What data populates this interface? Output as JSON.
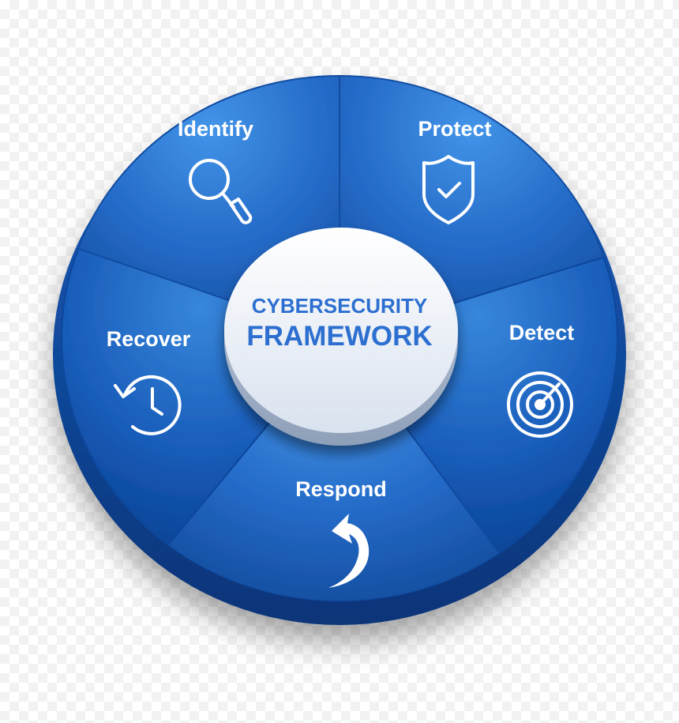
{
  "center": {
    "line1": "CYBERSECURITY",
    "line2": "FRAMEWORK"
  },
  "segments": [
    {
      "label": "Identify",
      "icon": "magnifier-icon"
    },
    {
      "label": "Protect",
      "icon": "shield-check-icon"
    },
    {
      "label": "Detect",
      "icon": "radar-icon"
    },
    {
      "label": "Respond",
      "icon": "curved-arrow-icon"
    },
    {
      "label": "Recover",
      "icon": "history-clock-icon"
    }
  ],
  "colors": {
    "segment_light": "#3a8ee6",
    "segment_dark": "#0d4fa8",
    "rim": "#0a3f8f",
    "center_text": "#2c6fd0",
    "label_text": "#ffffff"
  }
}
